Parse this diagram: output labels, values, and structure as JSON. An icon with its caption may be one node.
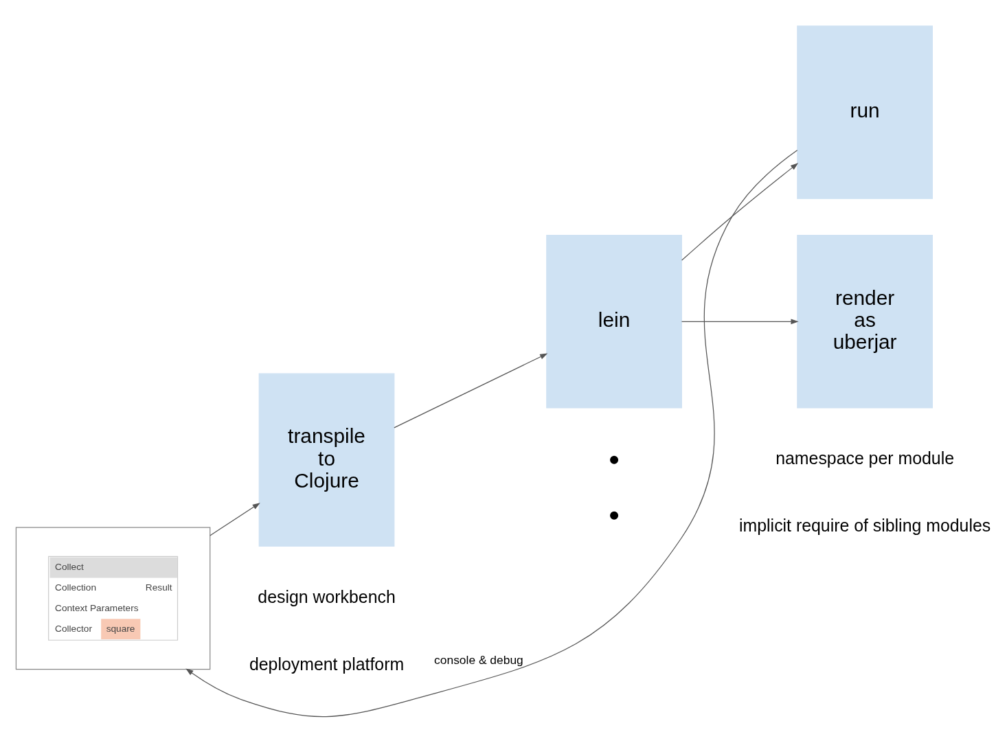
{
  "diagram": {
    "nodes": [
      {
        "text": [],
        "shape": "box"
      },
      {
        "text": [
          "Collect",
          "Collection",
          "Result",
          "Context Parameters",
          "Collector",
          "square"
        ],
        "in": 0
      },
      {
        "text": [
          "transpile to Clojure"
        ]
      },
      {
        "text": [
          "lein"
        ]
      },
      {
        "text": [
          "run"
        ]
      },
      {
        "text": [
          "render as uberjar"
        ]
      }
    ],
    "edges": [
      {
        "from": 0,
        "to": 2,
        "arrow": "to"
      },
      {
        "from": 2,
        "to": 3,
        "arrow": "to"
      },
      {
        "from": 3,
        "to": 4,
        "arrow": "to"
      },
      {
        "from": 3,
        "to": 5,
        "arrow": "to"
      },
      {
        "from": 4,
        "to": 0,
        "arrow": "to",
        "label": "console & debug"
      }
    ],
    "labels": [
      "namespace per module",
      "implicit require of sibling modules",
      "design workbench",
      "deployment platform"
    ]
  }
}
